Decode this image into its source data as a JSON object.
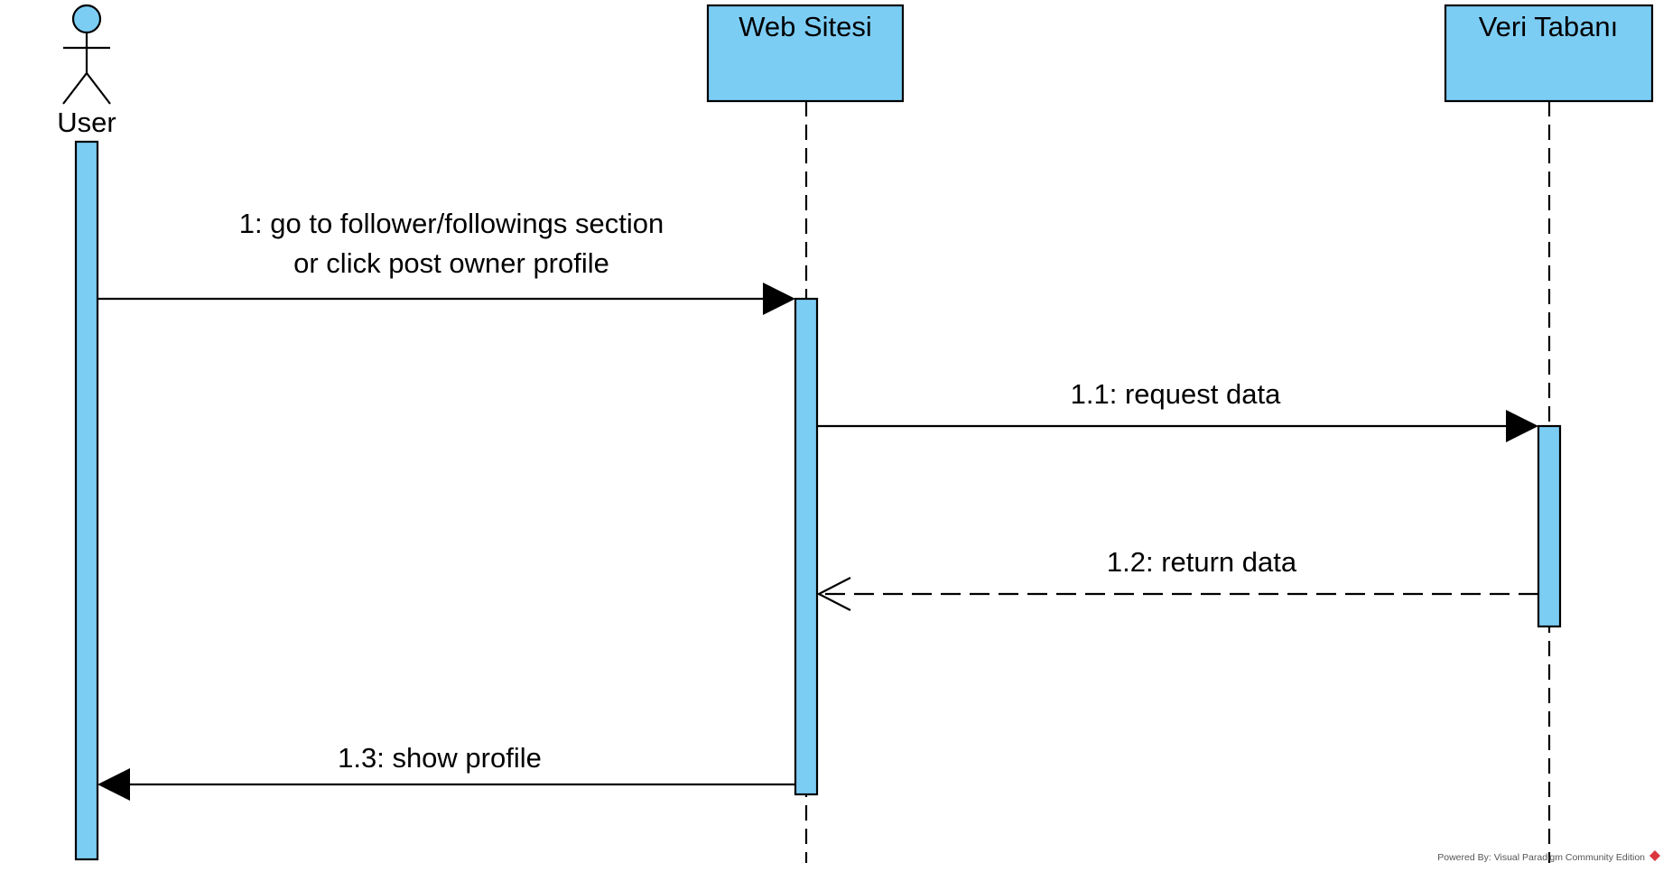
{
  "diagram": {
    "type": "sequence",
    "colors": {
      "fill": "#7ccdf4",
      "stroke": "#000000",
      "background": "#ffffff",
      "watermark_icon": "#d9363e"
    },
    "actor": {
      "name": "User"
    },
    "lifelines": [
      {
        "name": "Web Sitesi"
      },
      {
        "name": "Veri Tabanı"
      }
    ],
    "messages": [
      {
        "line1": "1: go to follower/followings section",
        "line2": "or click post owner profile"
      },
      {
        "label": "1.1: request data"
      },
      {
        "label": "1.2: return data"
      },
      {
        "label": "1.3: show profile"
      }
    ],
    "watermark": "Powered By: Visual Paradigm Community Edition"
  }
}
